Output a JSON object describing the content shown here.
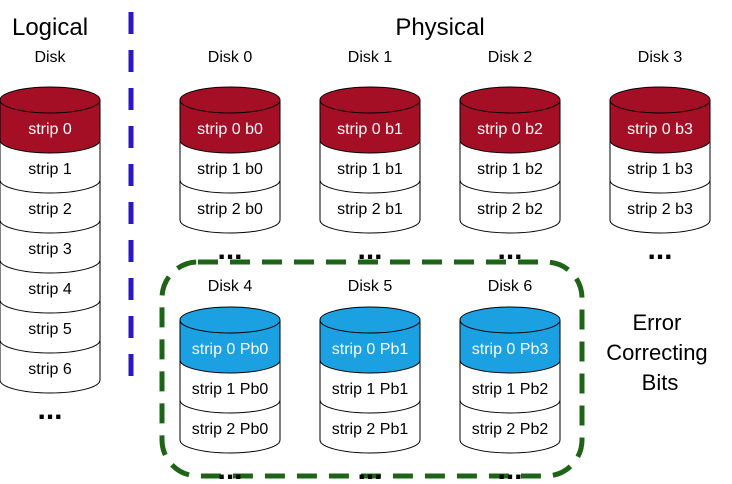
{
  "headings": {
    "logical": "Logical",
    "physical": "Physical"
  },
  "annotation": [
    "Error",
    "Correcting",
    "Bits"
  ],
  "ellipsis": "...",
  "colors": {
    "data_strip": "#a50f26",
    "parity_strip": "#1ba1e2",
    "logical_divider": "#2a17c8",
    "ecc_group_border": "#1e6417",
    "annotation_text": "#1e6417"
  },
  "disks": [
    {
      "id": "logical",
      "label": "Disk",
      "strips": [
        "strip 0",
        "strip 1",
        "strip 2",
        "strip 3",
        "strip 4",
        "strip 5",
        "strip 6"
      ],
      "kind": "data",
      "ellipsis": true
    },
    {
      "id": "disk0",
      "label": "Disk 0",
      "strips": [
        "strip 0 b0",
        "strip 1 b0",
        "strip 2 b0"
      ],
      "kind": "data",
      "ellipsis": true
    },
    {
      "id": "disk1",
      "label": "Disk 1",
      "strips": [
        "strip 0 b1",
        "strip 1 b1",
        "strip 2 b1"
      ],
      "kind": "data",
      "ellipsis": true
    },
    {
      "id": "disk2",
      "label": "Disk 2",
      "strips": [
        "strip 0 b2",
        "strip 1 b2",
        "strip 2 b2"
      ],
      "kind": "data",
      "ellipsis": true
    },
    {
      "id": "disk3",
      "label": "Disk 3",
      "strips": [
        "strip 0 b3",
        "strip 1 b3",
        "strip 2 b3"
      ],
      "kind": "data",
      "ellipsis": true
    },
    {
      "id": "disk4",
      "label": "Disk 4",
      "strips": [
        "strip 0 Pb0",
        "strip 1 Pb0",
        "strip 2 Pb0"
      ],
      "kind": "parity",
      "ellipsis": true
    },
    {
      "id": "disk5",
      "label": "Disk 5",
      "strips": [
        "strip 0 Pb1",
        "strip 1 Pb1",
        "strip 2 Pb1"
      ],
      "kind": "parity",
      "ellipsis": true
    },
    {
      "id": "disk6",
      "label": "Disk 6",
      "strips": [
        "strip 0 Pb3",
        "strip 1 Pb2",
        "strip 2 Pb2"
      ],
      "kind": "parity",
      "ellipsis": true
    }
  ]
}
